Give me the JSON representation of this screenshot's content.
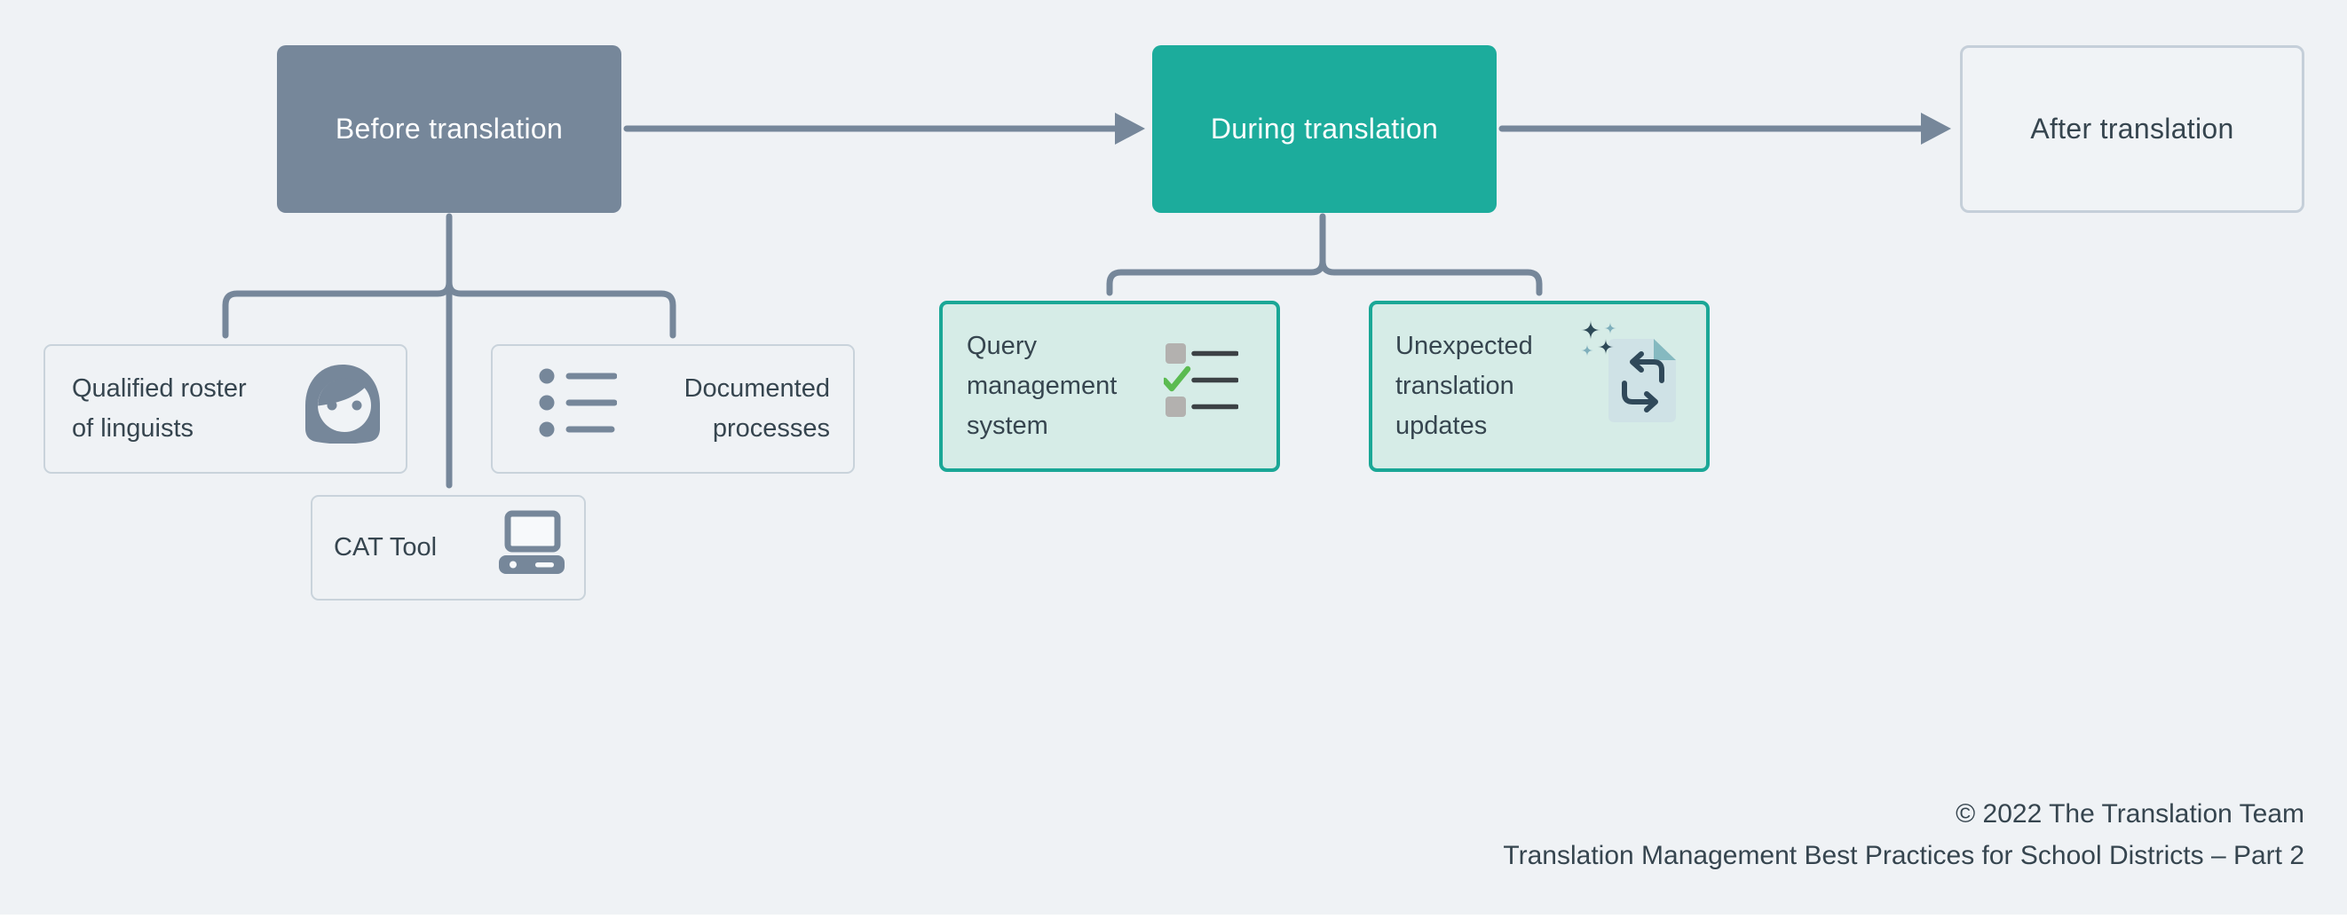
{
  "stages": {
    "before": {
      "label": "Before translation"
    },
    "during": {
      "label": "During translation"
    },
    "after": {
      "label": "After translation"
    }
  },
  "before_items": {
    "qualified": {
      "label": "Qualified roster\nof linguists",
      "icon": "person-icon"
    },
    "documented": {
      "label": "Documented\nprocesses",
      "icon": "bullet-list-icon"
    },
    "cat_tool": {
      "label": "CAT Tool",
      "icon": "computer-icon"
    }
  },
  "during_items": {
    "query": {
      "label": "Query\nmanagement\nsystem",
      "icon": "checklist-icon"
    },
    "updates": {
      "label": "Unexpected\ntranslation\nupdates",
      "icon": "document-sync-icon"
    }
  },
  "footer": {
    "copyright": "© 2022 The Translation Team",
    "series_title": "Translation Management Best Practices for School Districts – Part 2"
  },
  "colors": {
    "page_background": "#EFF2F5",
    "slate": "#76879A",
    "teal": "#1CAC9C",
    "teal_border": "#1AA796",
    "teal_light_fill": "#D6ECE7",
    "light_border": "#C9D3DB",
    "dark_text": "#36454F",
    "check_green": "#5BBB51",
    "checkbox_gray": "#B3B1AF",
    "doc_fill": "#CFE2E6",
    "doc_fold": "#85B9C0",
    "sparkle_dark": "#2E4A58",
    "sparkle_light": "#7FAFBC"
  }
}
